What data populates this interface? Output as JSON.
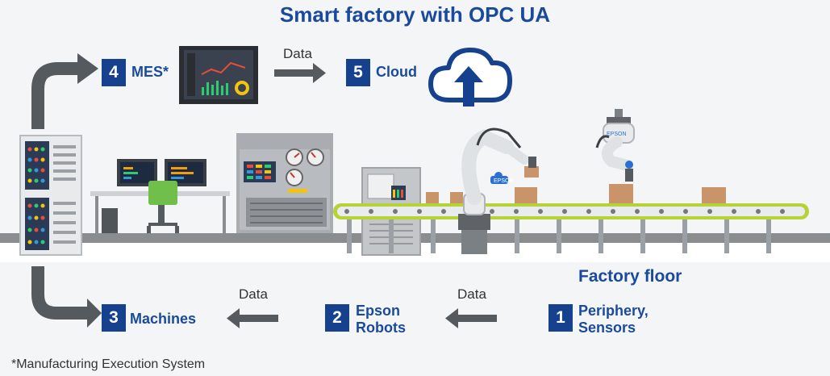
{
  "title": "Smart factory with OPC UA",
  "factory_floor_label": "Factory floor",
  "data_label": "Data",
  "footnote": "*Manufacturing Execution System",
  "steps": [
    {
      "number": "1",
      "label_line1": "Periphery,",
      "label_line2": "Sensors"
    },
    {
      "number": "2",
      "label_line1": "Epson",
      "label_line2": "Robots"
    },
    {
      "number": "3",
      "label": "Machines"
    },
    {
      "number": "4",
      "label": "MES*"
    },
    {
      "number": "5",
      "label": "Cloud"
    }
  ],
  "colors": {
    "brand_blue": "#15418f",
    "belt_green": "#b5d334",
    "arrow_gray": "#555a5e",
    "floor_gray": "#8a8d90"
  }
}
